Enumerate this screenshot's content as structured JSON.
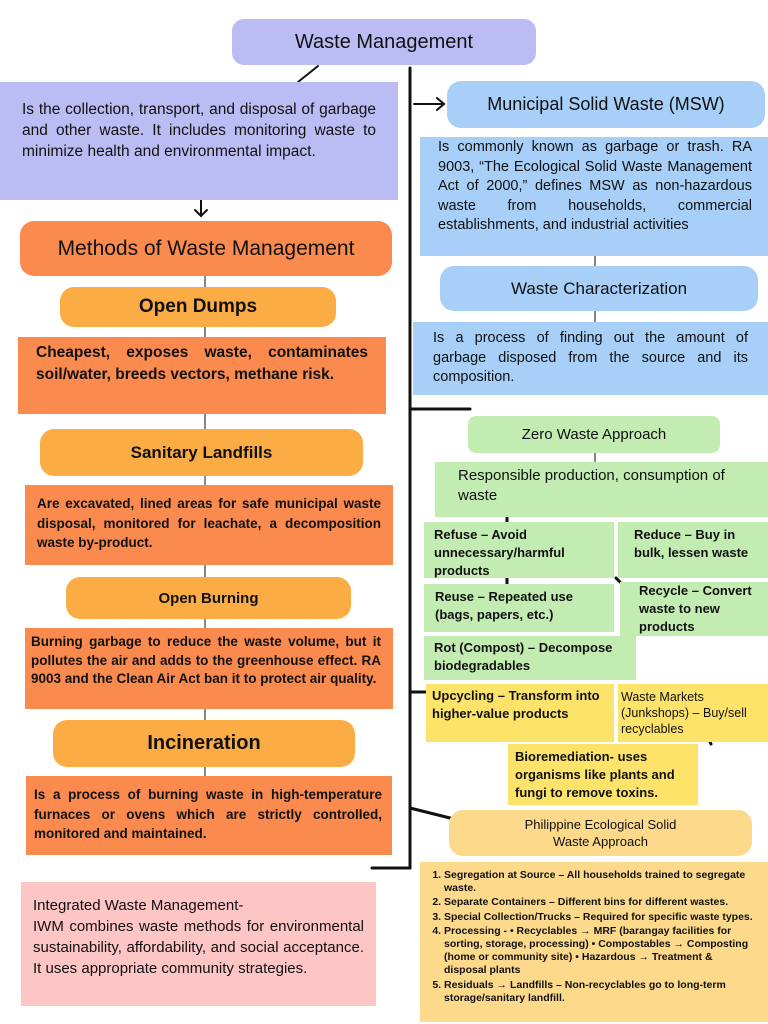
{
  "title": "Waste Management",
  "definition": "Is the collection, transport, and disposal of garbage and other waste. It includes monitoring waste to minimize health and environmental impact.",
  "methods": {
    "heading": "Methods of Waste Management",
    "open_dumps": {
      "title": "Open Dumps",
      "desc": "Cheapest, exposes waste, contaminates soil/water, breeds vectors, methane risk."
    },
    "sanitary_landfills": {
      "title": "Sanitary Landfills",
      "desc": "Are excavated, lined areas for safe municipal waste disposal, monitored for leachate, a decomposition waste by-product."
    },
    "open_burning": {
      "title": "Open Burning",
      "desc": "Burning garbage to reduce the waste volume, but it pollutes the air and adds to the greenhouse effect. RA 9003 and the Clean Air Act ban it to protect air quality."
    },
    "incineration": {
      "title": "Incineration",
      "desc": "Is a process of burning waste in high-temperature furnaces or ovens which are strictly controlled, monitored and maintained."
    }
  },
  "iwm": {
    "title": "Integrated Waste Management-",
    "desc": "IWM combines waste methods for environmental sustainability, affordability, and social acceptance. It uses appropriate community strategies."
  },
  "msw": {
    "title": "Municipal Solid Waste (MSW)",
    "desc": "Is commonly known as garbage or trash. RA 9003, “The Ecological Solid Waste Management Act of 2000,” defines MSW as non-hazardous waste from households, commercial establishments, and industrial activities"
  },
  "characterization": {
    "title": "Waste Characterization",
    "desc": "Is a process of finding out the amount of garbage disposed from the source and its composition."
  },
  "zero_waste": {
    "title": "Zero Waste Approach",
    "subtitle": "Responsible production, consumption of waste",
    "refuse": "Refuse – Avoid unnecessary/harmful products",
    "reduce": "Reduce – Buy in bulk, lessen waste",
    "reuse": "Reuse – Repeated use (bags, papers, etc.)",
    "recycle": "Recycle – Convert waste to new products",
    "rot": "Rot (Compost) – Decompose biodegradables",
    "upcycling": "Upcycling – Transform into higher-value products",
    "waste_markets": "Waste Markets (Junkshops) – Buy/sell recyclables",
    "bioremediation": "Bioremediation- uses organisms like plants and fungi to remove toxins."
  },
  "philippine": {
    "title": "Philippine Ecological Solid Waste Approach",
    "items": [
      "Segregation at Source – All households trained to segregate waste.",
      "Separate Containers – Different bins for different wastes.",
      "Special Collection/Trucks – Required for specific waste types.",
      "Processing - • Recyclables → MRF (barangay facilities for sorting, storage, processing) • Compostables → Composting (home or community site) • Hazardous → Treatment & disposal plants",
      "Residuals → Landfills – Non-recyclables go to long-term storage/sanitary landfill."
    ]
  },
  "colors": {
    "lavender": "#bcbcf5",
    "orange_header": "#fa8a4e",
    "orange_pill": "#fbac45",
    "orange_box": "#fa8a4e",
    "pink": "#fec5c5",
    "blue": "#a7cff7",
    "green": "#c3ecb2",
    "yellow": "#fde36a",
    "peach": "#fdd98c",
    "line": "#111111"
  }
}
